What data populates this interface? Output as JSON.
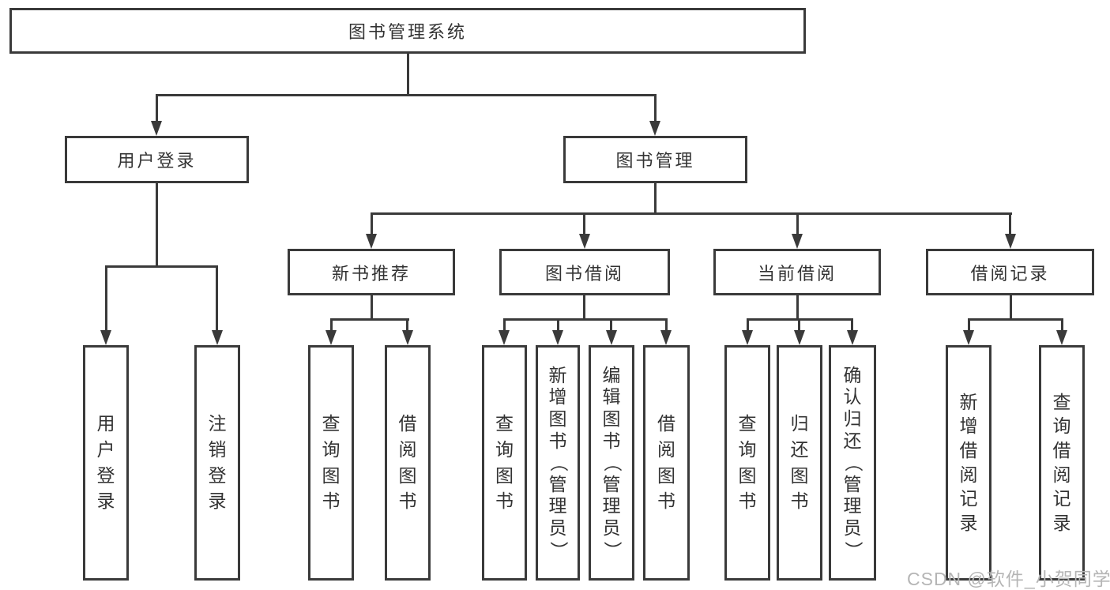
{
  "diagram": {
    "title": "图书管理系统",
    "level2": [
      {
        "label": "用户登录"
      },
      {
        "label": "图书管理"
      }
    ],
    "level3": [
      {
        "label": "新书推荐"
      },
      {
        "label": "图书借阅"
      },
      {
        "label": "当前借阅"
      },
      {
        "label": "借阅记录"
      }
    ],
    "leaves": [
      {
        "label": "用户登录"
      },
      {
        "label": "注销登录"
      },
      {
        "label": "查询图书"
      },
      {
        "label": "借阅图书"
      },
      {
        "label": "查询图书"
      },
      {
        "label": "新增图书（管理员）"
      },
      {
        "label": "编辑图书（管理员）"
      },
      {
        "label": "借阅图书"
      },
      {
        "label": "查询图书"
      },
      {
        "label": "归还图书"
      },
      {
        "label": "确认归还（管理员）"
      },
      {
        "label": "新增借阅记录"
      },
      {
        "label": "查询借阅记录"
      }
    ]
  },
  "watermark": {
    "text": "CSDN @软件_小贺同学",
    "color": "#b5b5b5"
  },
  "colors": {
    "line": "#3a3a3a",
    "text": "#333333",
    "background": "#ffffff"
  }
}
